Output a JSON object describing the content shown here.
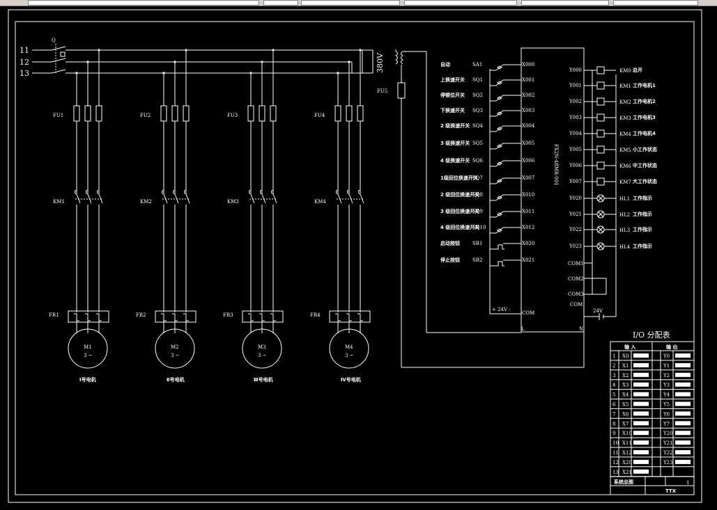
{
  "phases": [
    "11",
    "12",
    "13"
  ],
  "main_switch": "Q",
  "transformer": {
    "voltage": "380V",
    "fuse": "FU5"
  },
  "motors": [
    {
      "fuse": "FU1",
      "contactor": "KM1",
      "relay": "FR1",
      "name": "M1",
      "phase": "3 ~",
      "caption": "Ⅰ号电机"
    },
    {
      "fuse": "FU2",
      "contactor": "KM2",
      "relay": "FR2",
      "name": "M2",
      "phase": "3 ~",
      "caption": "Ⅱ号电机"
    },
    {
      "fuse": "FU3",
      "contactor": "KM3",
      "relay": "FR3",
      "name": "M3",
      "phase": "3 ~",
      "caption": "Ⅲ号电机"
    },
    {
      "fuse": "FU4",
      "contactor": "KM4",
      "relay": "FR4",
      "name": "M4",
      "phase": "3 ~",
      "caption": "Ⅳ号电机"
    }
  ],
  "inputs": [
    {
      "label": "自动",
      "code": "SA1",
      "port": "X000"
    },
    {
      "label": "上换速开关",
      "code": "SQ1",
      "port": "X001"
    },
    {
      "label": "停顿位开关",
      "code": "SQ2",
      "port": "X002"
    },
    {
      "label": "下换速开关",
      "code": "SQ3",
      "port": "X003"
    },
    {
      "label": "2 级换速开关",
      "code": "SQ4",
      "port": "X004"
    },
    {
      "label": "3 级换速开关",
      "code": "SQ5",
      "port": "X005"
    },
    {
      "label": "4 级换速开关",
      "code": "SQ6",
      "port": "X006"
    },
    {
      "label": "1级回位换速开关",
      "code": "SQ7",
      "port": "X007"
    },
    {
      "label": "2 级回位换速开关",
      "code": "SQ8",
      "port": "X010"
    },
    {
      "label": "3 级回位换速开关",
      "code": "SQ9",
      "port": "X011"
    },
    {
      "label": "4 级回位换速开关",
      "code": "SQ10",
      "port": "X012"
    },
    {
      "label": "启动按钮",
      "code": "SB1",
      "port": "X020"
    },
    {
      "label": "停止按钮",
      "code": "SB2",
      "port": "X021"
    }
  ],
  "plc": {
    "model": "FX2N-48MR-001",
    "power": "+ 24V -",
    "com": "COM",
    "l": "L",
    "n": "N",
    "supply": "24V"
  },
  "outputs": [
    {
      "port": "Y000",
      "device": "KM0",
      "desc": "总开"
    },
    {
      "port": "Y001",
      "device": "KM1",
      "desc": "工作电机1"
    },
    {
      "port": "Y002",
      "device": "KM2",
      "desc": "工作电机2"
    },
    {
      "port": "Y003",
      "device": "KM3",
      "desc": "工作电机3"
    },
    {
      "port": "Y004",
      "device": "KM4",
      "desc": "工作电机4"
    },
    {
      "port": "Y005",
      "device": "KM5",
      "desc": "小工作状态"
    },
    {
      "port": "Y006",
      "device": "KM6",
      "desc": "中工作状态"
    },
    {
      "port": "Y007",
      "device": "KM7",
      "desc": "大工作状态"
    },
    {
      "port": "Y020",
      "device": "HL1",
      "desc": "工作指示"
    },
    {
      "port": "Y021",
      "device": "HL2",
      "desc": "工作指示"
    },
    {
      "port": "Y022",
      "device": "HL3",
      "desc": "工作指示"
    },
    {
      "port": "Y023",
      "device": "HL4",
      "desc": "工作指示"
    }
  ],
  "coms": [
    "COM1",
    "COM2",
    "COM3"
  ],
  "io_table": {
    "title": "I/O 分配表",
    "input_header": "输 入",
    "output_header": "输 出",
    "rows": [
      {
        "n": "1",
        "in": "X0",
        "out": "Y0"
      },
      {
        "n": "2",
        "in": "X1",
        "out": "Y1"
      },
      {
        "n": "3",
        "in": "X2",
        "out": "Y2"
      },
      {
        "n": "4",
        "in": "X3",
        "out": "Y3"
      },
      {
        "n": "5",
        "in": "X4",
        "out": "Y4"
      },
      {
        "n": "6",
        "in": "X5",
        "out": "Y5"
      },
      {
        "n": "7",
        "in": "X6",
        "out": "Y6"
      },
      {
        "n": "8",
        "in": "X7",
        "out": "Y7"
      },
      {
        "n": "9",
        "in": "X10",
        "out": "Y20"
      },
      {
        "n": "10",
        "in": "X11",
        "out": "Y21"
      },
      {
        "n": "11",
        "in": "X12",
        "out": "Y22"
      },
      {
        "n": "12",
        "in": "X20",
        "out": "Y23"
      },
      {
        "n": "13",
        "in": "X21",
        "out": ""
      }
    ],
    "footer_title": "系统总图",
    "footer_sheet": "1",
    "footer_code": "TTX"
  }
}
